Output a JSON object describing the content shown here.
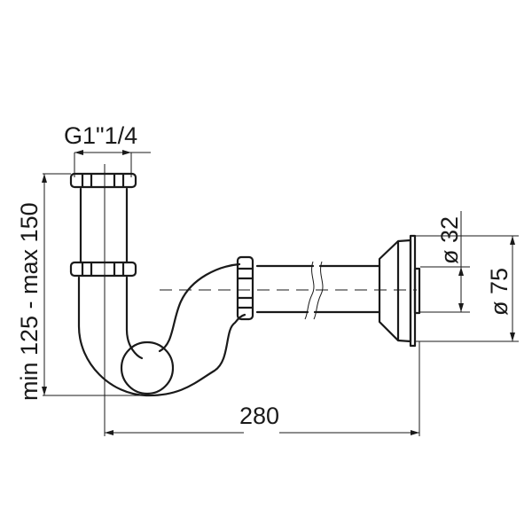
{
  "drawing": {
    "subject": "bottle trap / P-trap siphon technical drawing",
    "dimensions": {
      "inlet_thread": "G1\"1/4",
      "height_range": "min 125 - max 150",
      "length": "280",
      "outlet_diameter": "ø 32",
      "flange_diameter": "ø 75"
    },
    "colors": {
      "line": "#1a1a1a",
      "background": "#ffffff"
    }
  }
}
